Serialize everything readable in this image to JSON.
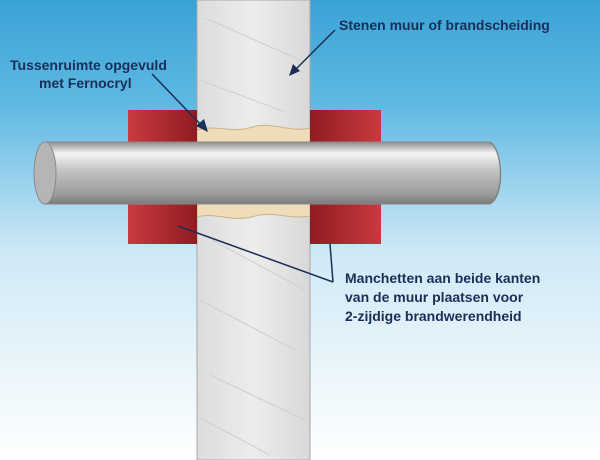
{
  "labels": {
    "wall": "Stenen muur of brandscheiding",
    "gap_line1": "Tussenruimte opgevuld",
    "gap_line2": "met Fernocryl",
    "sleeve_line1": "Manchetten aan beide kanten",
    "sleeve_line2": "van de muur plaatsen voor",
    "sleeve_line3": "2-zijdige brandwerendheid"
  },
  "colors": {
    "sky_top": "#3aa3d6",
    "sky_bottom": "#ffffff",
    "wall": "#e6e6e6",
    "sleeve": "#b3262c",
    "filler": "#efdcb8",
    "pipe": "#c9c9c9",
    "text": "#1b2e57"
  }
}
